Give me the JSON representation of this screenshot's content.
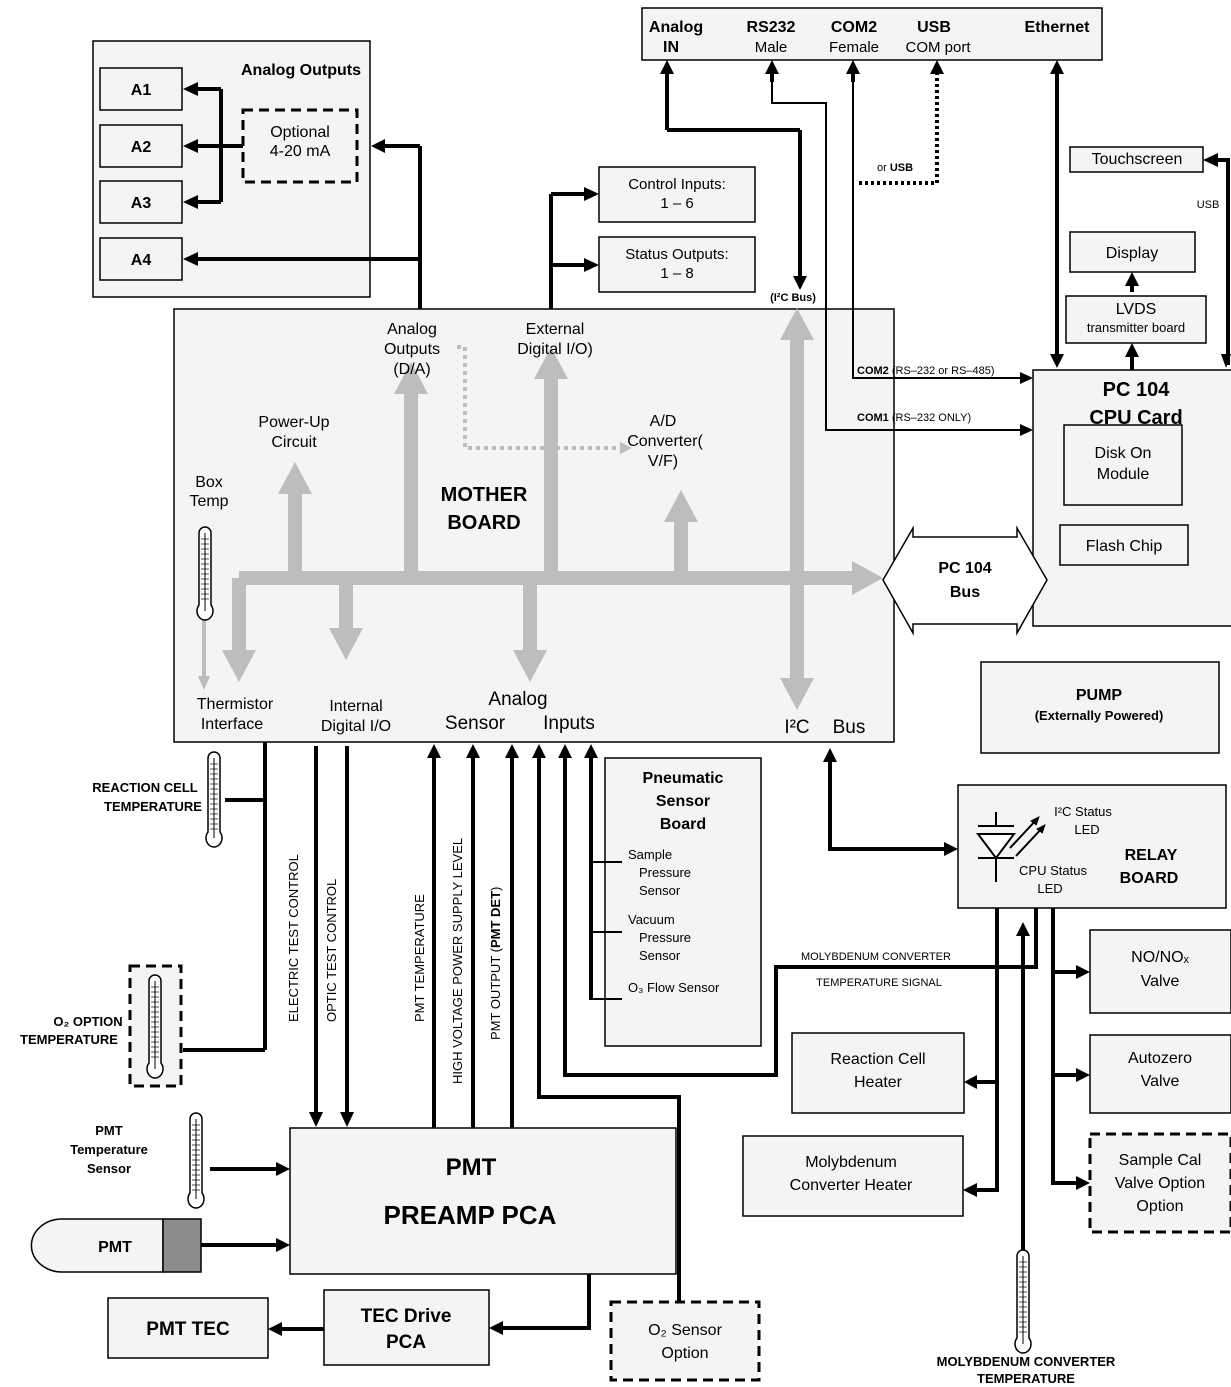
{
  "analog_outputs_group": {
    "title": "Analog Outputs",
    "channels": [
      "A1",
      "A2",
      "A3",
      "A4"
    ],
    "optional_l1": "Optional",
    "optional_l2": "4-20 mA"
  },
  "ports": {
    "analog_l1": "Analog",
    "analog_l2": "IN",
    "rs232_l1": "RS232",
    "rs232_l2": "Male",
    "com2_l1": "COM2",
    "com2_l2": "Female",
    "usb_l1": "USB",
    "usb_l2": "COM port",
    "ethernet": "Ethernet"
  },
  "or_usb_prefix": "or ",
  "or_usb_bold": "USB",
  "control_inputs_l1": "Control Inputs:",
  "control_inputs_l2": "1 – 6",
  "status_outputs_l1": "Status Outputs:",
  "status_outputs_l2": "1 – 8",
  "i2c_bus_top": "(I²C Bus)",
  "touchscreen": "Touchscreen",
  "usb_side": "USB",
  "display": "Display",
  "lvds_l1": "LVDS",
  "lvds_l2": "transmitter board",
  "com2_bold": "COM2",
  "com2_note": " (RS–232 or RS–485)",
  "com1_bold": "COM1",
  "com1_note": " (RS–232 ONLY)",
  "cpu": {
    "l1": "PC 104",
    "l2": "CPU Card",
    "dom_l1": "Disk On",
    "dom_l2": "Module",
    "flash": "Flash Chip"
  },
  "bus_l1": "PC 104",
  "bus_l2": "Bus",
  "motherboard": {
    "title_l1": "MOTHER",
    "title_l2": "BOARD",
    "ao_l1": "Analog",
    "ao_l2": "Outputs",
    "ao_l3": "(D/A)",
    "ext_l1": "External",
    "ext_l2": "Digital I/O)",
    "pu_l1": "Power-Up",
    "pu_l2": "Circuit",
    "ad_l1": "A/D",
    "ad_l2": "Converter(",
    "ad_l3": "V/F)",
    "box_l1": "Box",
    "box_l2": "Temp",
    "therm_l1": "Thermistor",
    "therm_l2": "Interface",
    "idio_l1": "Internal",
    "idio_l2": "Digital I/O",
    "analog": "Analog",
    "sensor": "Sensor",
    "inputs": "Inputs",
    "i2c": "I²C",
    "bus": "Bus"
  },
  "pump_l1": "PUMP",
  "pump_l2": "(Externally Powered)",
  "reaction_cell_temp_l1": "REACTION CELL",
  "reaction_cell_temp_l2": "TEMPERATURE",
  "o2_temp_l1": "O₂ OPTION",
  "o2_temp_l2": "TEMPERATURE",
  "vertical": {
    "electric": "ELECTRIC TEST CONTROL",
    "optic": "OPTIC TEST CONTROL",
    "pmt_temp": "PMT TEMPERATURE",
    "hv": "HIGH VOLTAGE POWER SUPPLY LEVEL",
    "pmt_out": "PMT OUTPUT (",
    "pmt_det": "PMT DET",
    "close": ")"
  },
  "pneumatic": {
    "t1": "Pneumatic",
    "t2": "Sensor",
    "t3": "Board",
    "s1a": "Sample",
    "s1b": "Pressure",
    "s1c": "Sensor",
    "s2a": "Vacuum",
    "s2b": "Pressure",
    "s2c": "Sensor",
    "s3": "O₃ Flow Sensor"
  },
  "relay": {
    "i2c_l1": "I²C Status",
    "i2c_l2": "LED",
    "cpu_l1": "CPU Status",
    "cpu_l2": "LED",
    "title_l1": "RELAY",
    "title_l2": "BOARD"
  },
  "moly_signal_l1": "MOLYBDENUM CONVERTER",
  "moly_signal_l2": "TEMPERATURE  SIGNAL",
  "no_valve_l1": "NO/NOₓ",
  "no_valve_l2": "Valve",
  "autozero_l1": "Autozero",
  "autozero_l2": "Valve",
  "samplecal_l1": "Sample Cal",
  "samplecal_l2": "Valve Option",
  "samplecal_l3": "Option",
  "rc_heater_l1": "Reaction Cell",
  "rc_heater_l2": "Heater",
  "moly_heater_l1": "Molybdenum",
  "moly_heater_l2": "Converter Heater",
  "pmt_temp_sensor_l1": "PMT",
  "pmt_temp_sensor_l2": "Temperature",
  "pmt_temp_sensor_l3": "Sensor",
  "pmt": "PMT",
  "preamp_l1": "PMT",
  "preamp_l2": "PREAMP PCA",
  "pmt_tec": "PMT TEC",
  "tec_drive_l1": "TEC Drive",
  "tec_drive_l2": "PCA",
  "o2_sensor_l1": "O₂ Sensor",
  "o2_sensor_l2": "Option",
  "moly_temp_l1": "MOLYBDENUM CONVERTER",
  "moly_temp_l2": "TEMPERATURE",
  "colors": {
    "bus_gray": "#bdbdbd",
    "box_fill": "#f4f4f4",
    "line": "#000000"
  }
}
